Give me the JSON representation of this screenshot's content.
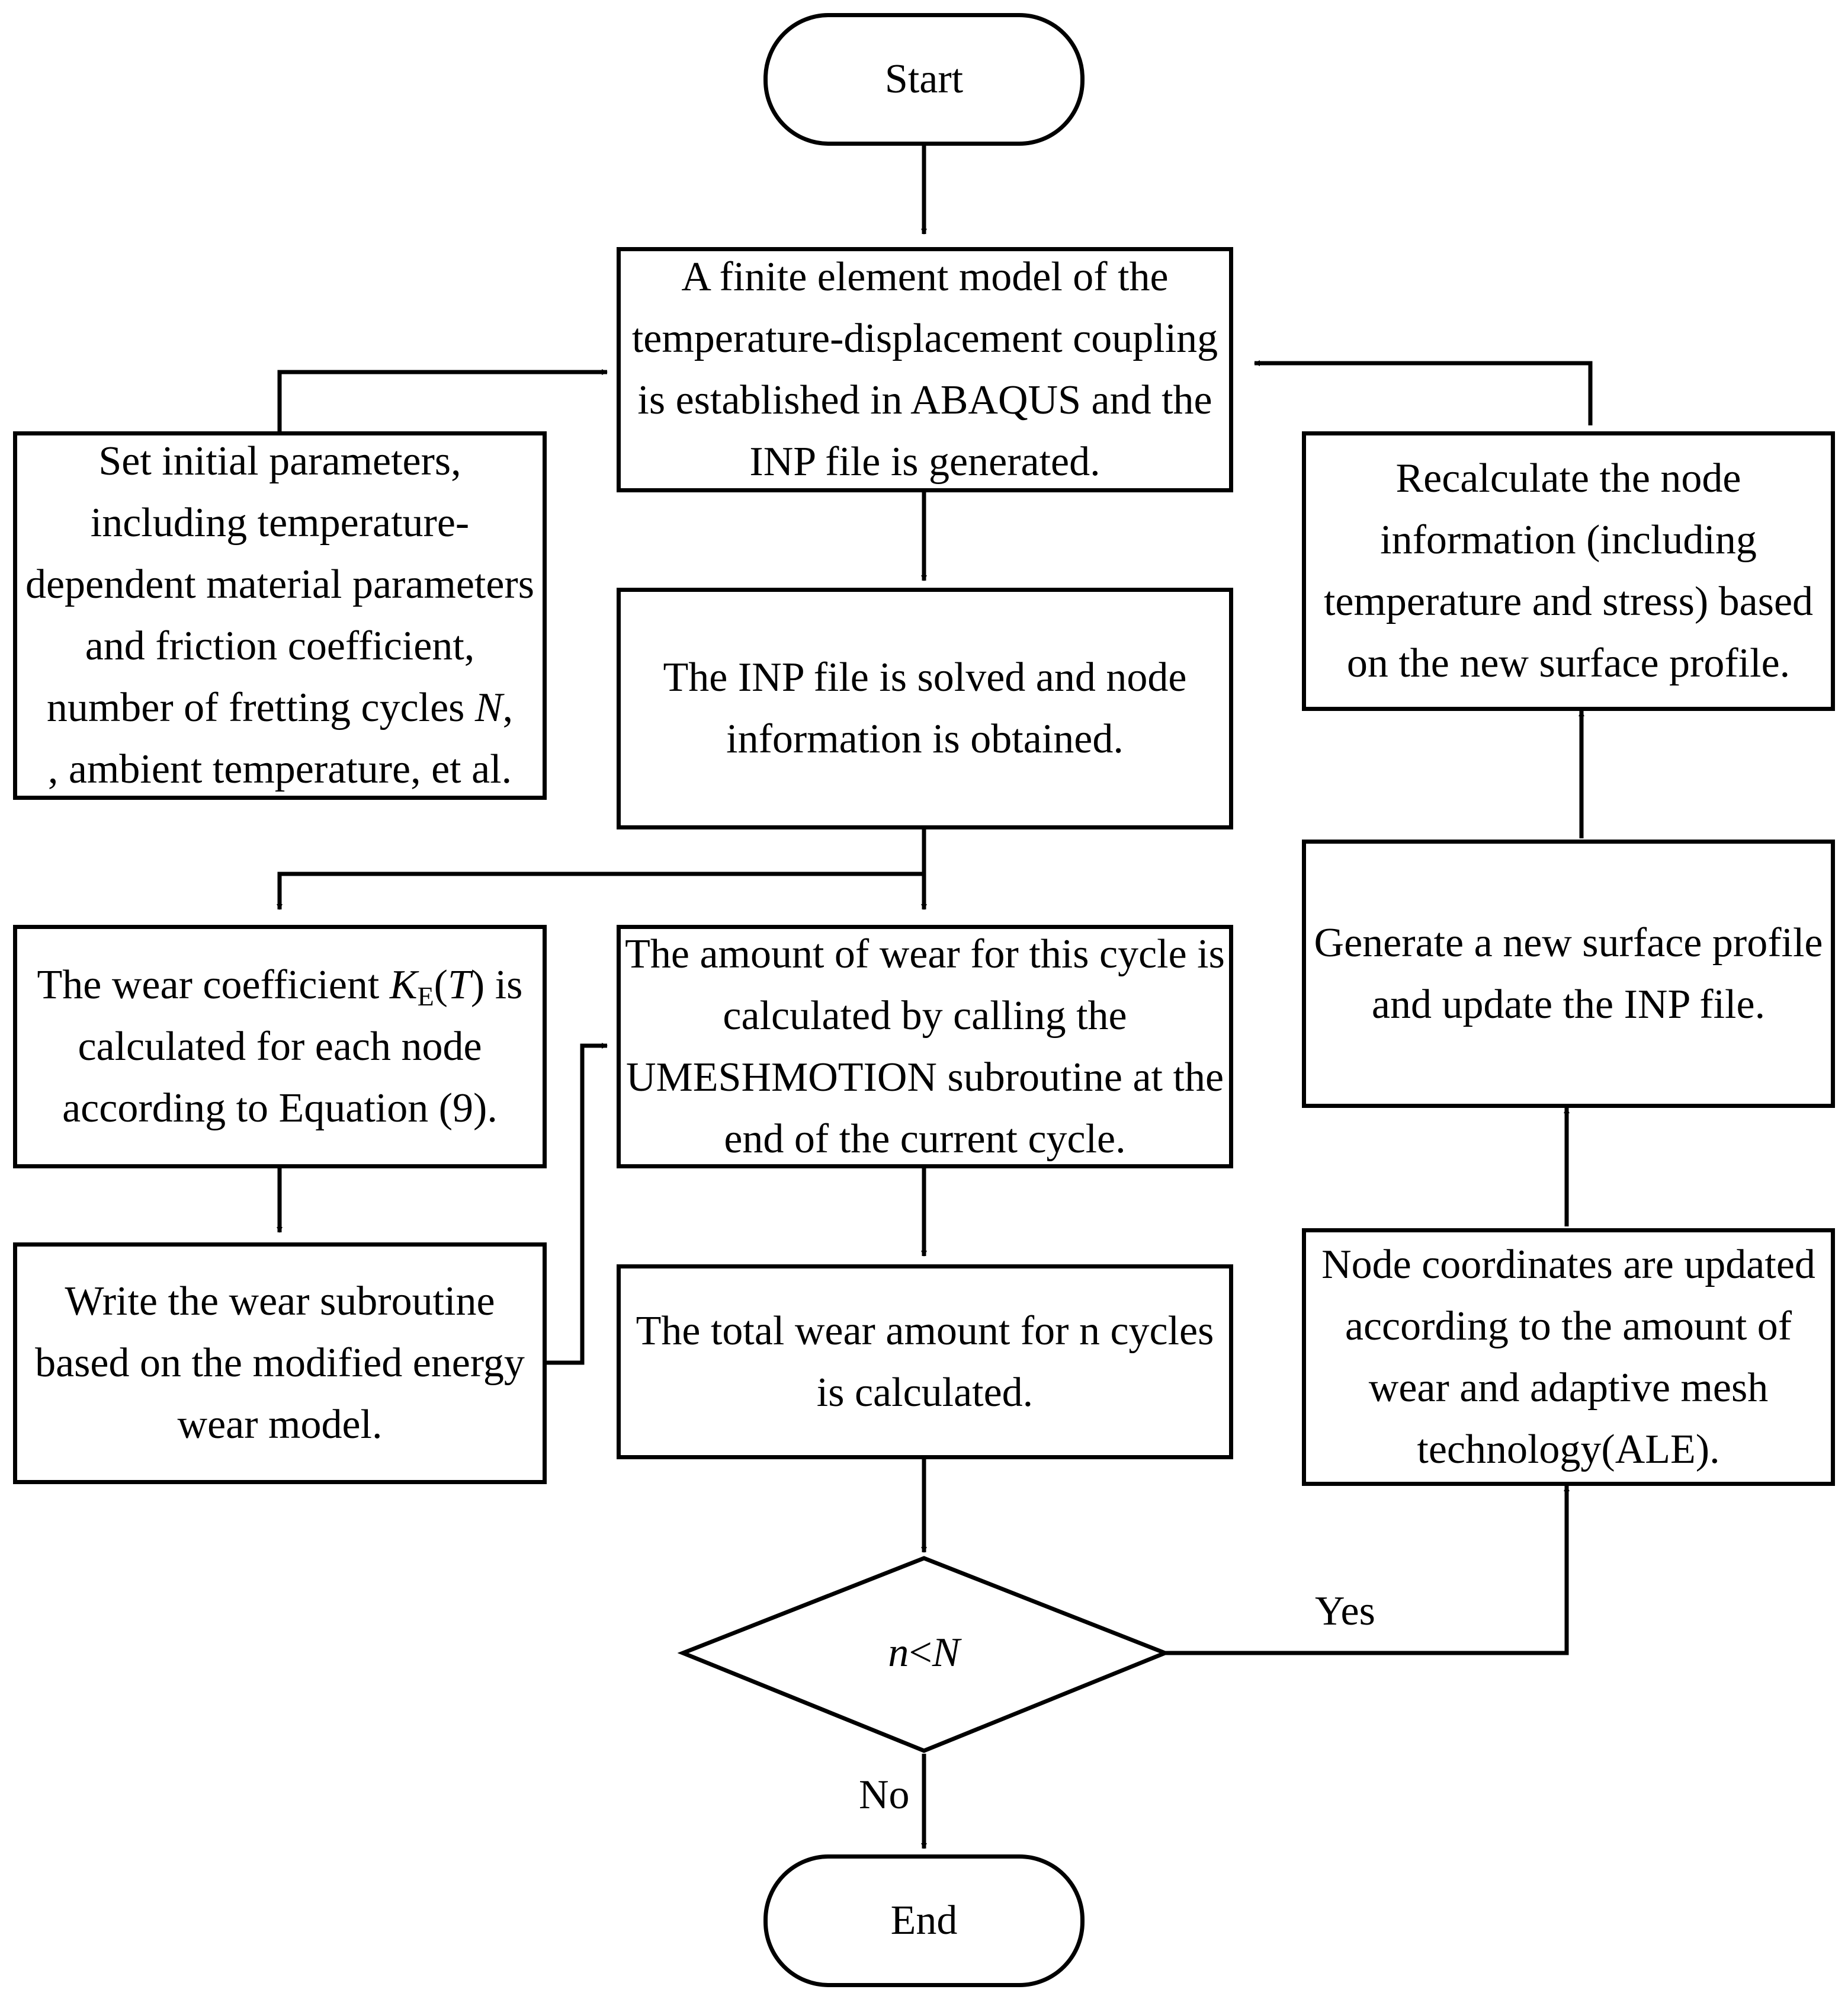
{
  "nodes": {
    "start": {
      "label": "Start"
    },
    "fem_model": {
      "lines": [
        "A finite element model of the",
        "temperature-displacement coupling",
        "is established in ABAQUS and the",
        "INP file is generated."
      ]
    },
    "initial_params": {
      "lines": [
        "Set initial parameters,",
        "including temperature-",
        "dependent material parameters",
        "and friction coefficient,",
        "number of fretting cycles ",
        ", ambient temperature, et al."
      ],
      "var_N": "N"
    },
    "solve_inp": {
      "lines": [
        "The INP file is solved and node",
        "information is obtained."
      ]
    },
    "wear_coeff": {
      "lines": [
        "The wear coefficient ",
        " is",
        "calculated for each node",
        "according to Equation (9)."
      ],
      "symbol_K": "K",
      "symbol_sub": "E",
      "symbol_T": "T"
    },
    "write_subroutine": {
      "lines": [
        "Write the wear subroutine",
        "based on the modified energy",
        "wear model."
      ]
    },
    "wear_amount": {
      "lines": [
        "The amount of wear for this cycle is",
        "calculated by calling the",
        "UMESHMOTION subroutine at the",
        "end of the current cycle."
      ]
    },
    "total_wear": {
      "lines": [
        "The total wear amount for n cycles",
        "is calculated."
      ]
    },
    "decision": {
      "var_n": "n",
      "op": "<",
      "var_N": "N"
    },
    "end": {
      "label": "End"
    },
    "node_coords": {
      "lines": [
        "Node coordinates are updated",
        "according to the amount of",
        "wear and adaptive mesh",
        "technology(ALE)."
      ]
    },
    "new_profile": {
      "lines": [
        "Generate a new surface profile",
        "and update the INP file."
      ]
    },
    "recalc": {
      "lines": [
        "Recalculate the node",
        "information (including",
        "temperature and stress) based",
        "on the new surface profile."
      ]
    }
  },
  "edge_labels": {
    "yes": "Yes",
    "no": "No"
  },
  "colors": {
    "stroke": "#000000",
    "fill": "#ffffff"
  }
}
